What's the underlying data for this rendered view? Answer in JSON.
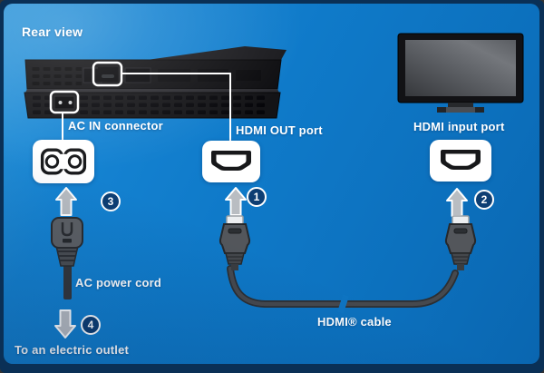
{
  "view_title": "Rear view",
  "labels": {
    "ac_in_connector": "AC IN connector",
    "hdmi_out_port": "HDMI OUT port",
    "hdmi_input_port": "HDMI input port",
    "ac_power_cord": "AC power cord",
    "to_electric_outlet": "To an electric outlet",
    "hdmi_cable": "HDMI® cable"
  },
  "steps": {
    "hdmi_out": "1",
    "hdmi_input": "2",
    "ac_in": "3",
    "electric_outlet": "4"
  },
  "icons": {
    "ac_inlet_icon": "figure-eight power inlet (C7) symbol",
    "hdmi_port_icon": "HDMI trapezoid port symbol",
    "up_arrow_icon": "▲",
    "down_arrow_icon": "▼",
    "console_icon": "game console rear view",
    "tv_icon": "television rear-panel target",
    "ac_plug_icon": "AC power cord plug",
    "hdmi_plug_icon": "HDMI cable connector"
  },
  "colors": {
    "background_blue": "#0f7ac9",
    "background_blue_light": "#2e96da",
    "frame_navy": "#0a3056",
    "badge_navy": "#0d3e73",
    "label_text": "#ffffff",
    "arrow_gray": "#b9bdc2",
    "console_black": "#0f0f12",
    "tv_screen_gray": "#55585d",
    "cable_gray": "#3c4045"
  }
}
